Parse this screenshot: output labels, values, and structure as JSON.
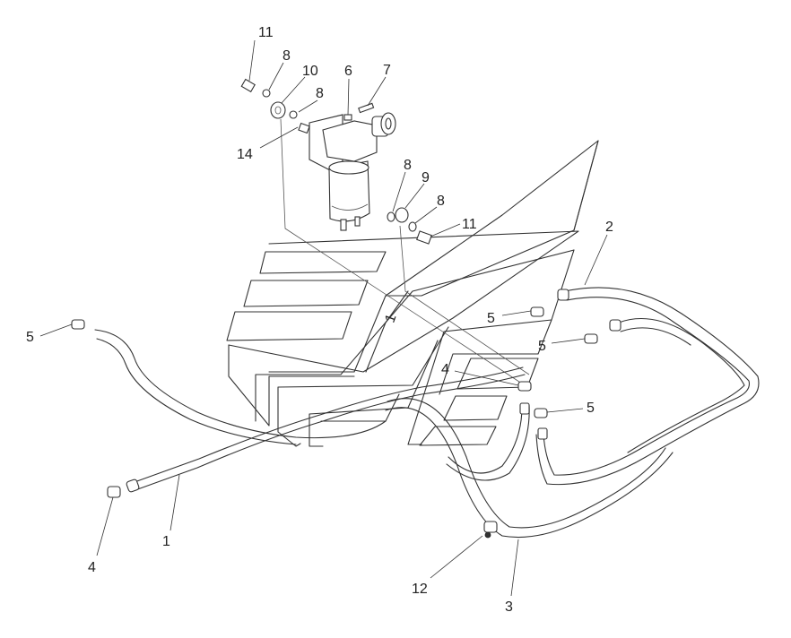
{
  "callouts": [
    {
      "id": "c11a",
      "text": "11"
    },
    {
      "id": "c8a",
      "text": "8"
    },
    {
      "id": "c10",
      "text": "10"
    },
    {
      "id": "c6",
      "text": "6"
    },
    {
      "id": "c7",
      "text": "7"
    },
    {
      "id": "c8b",
      "text": "8"
    },
    {
      "id": "c14",
      "text": "14"
    },
    {
      "id": "c8c",
      "text": "8"
    },
    {
      "id": "c9",
      "text": "9"
    },
    {
      "id": "c8d",
      "text": "8"
    },
    {
      "id": "c11b",
      "text": "11"
    },
    {
      "id": "c2",
      "text": "2"
    },
    {
      "id": "c5a",
      "text": "5"
    },
    {
      "id": "c5b",
      "text": "5"
    },
    {
      "id": "c5c",
      "text": "5"
    },
    {
      "id": "c4a",
      "text": "4"
    },
    {
      "id": "c5d",
      "text": "5"
    },
    {
      "id": "c1",
      "text": "1"
    },
    {
      "id": "c4b",
      "text": "4"
    },
    {
      "id": "c12",
      "text": "12"
    },
    {
      "id": "c3",
      "text": "3"
    }
  ],
  "tank_marker": "1"
}
